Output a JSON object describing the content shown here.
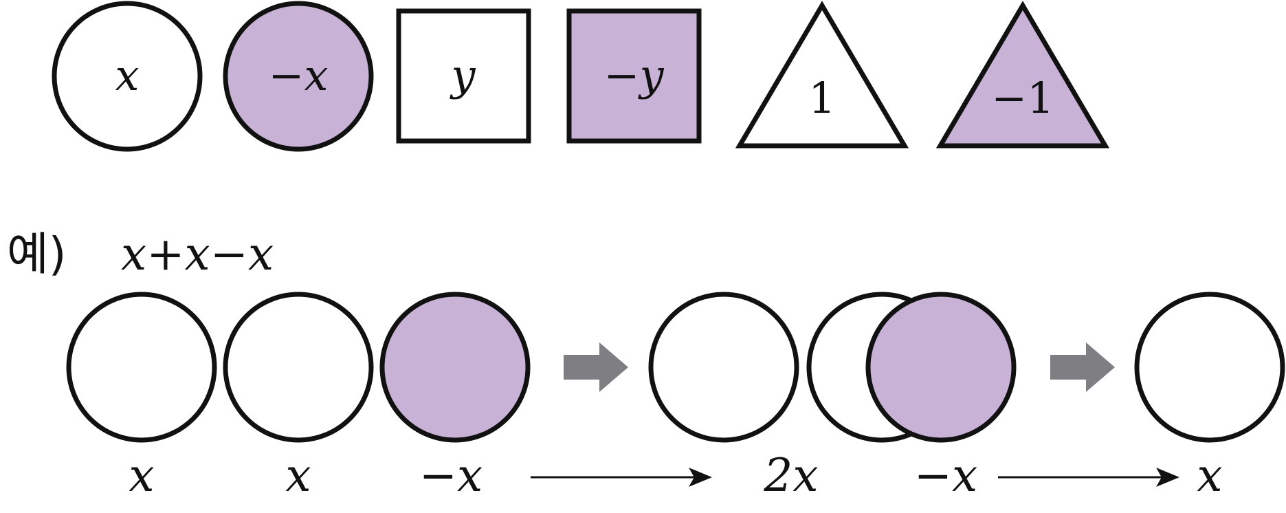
{
  "colors": {
    "stroke": "#111111",
    "shaded_fill": "#c8b3d7",
    "blank_fill": "#ffffff",
    "arrow_block": "#7f7f83"
  },
  "legend": {
    "x_tile": "x",
    "neg_x_tile": "−x",
    "y_tile": "y",
    "neg_y_tile": "−y",
    "one_tile": "1",
    "neg_one_tile": "−1"
  },
  "example": {
    "prefix": "예)",
    "expression": "x+x−x",
    "step1_labels": [
      "x",
      "x",
      "−x"
    ],
    "step2_labels": [
      "2x",
      "−x"
    ],
    "result_label": "x"
  }
}
